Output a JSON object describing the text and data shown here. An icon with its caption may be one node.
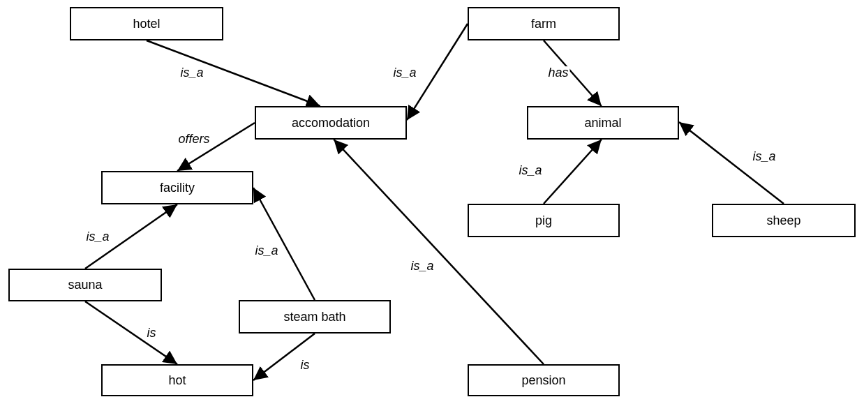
{
  "diagram": {
    "nodes": [
      {
        "text": [
          "hotel"
        ]
      },
      {
        "text": [
          "farm"
        ]
      },
      {
        "text": [
          "accomodation"
        ]
      },
      {
        "text": [
          "animal"
        ]
      },
      {
        "text": [
          "facility"
        ]
      },
      {
        "text": [
          "pig"
        ]
      },
      {
        "text": [
          "sheep"
        ]
      },
      {
        "text": [
          "sauna"
        ]
      },
      {
        "text": [
          "steam bath"
        ]
      },
      {
        "text": [
          "hot"
        ]
      },
      {
        "text": [
          "pension"
        ]
      }
    ],
    "edges": [
      {
        "from": 0,
        "to": 2,
        "arrow": "to",
        "label": "is_a"
      },
      {
        "from": 1,
        "to": 2,
        "arrow": "to",
        "label": "is_a"
      },
      {
        "from": 1,
        "to": 3,
        "arrow": "to",
        "label": "has"
      },
      {
        "from": 2,
        "to": 4,
        "arrow": "to",
        "label": "offers"
      },
      {
        "from": 5,
        "to": 3,
        "arrow": "to",
        "label": "is_a"
      },
      {
        "from": 6,
        "to": 3,
        "arrow": "to",
        "label": "is_a"
      },
      {
        "from": 7,
        "to": 4,
        "arrow": "to",
        "label": "is_a"
      },
      {
        "from": 8,
        "to": 4,
        "arrow": "to",
        "label": "is_a"
      },
      {
        "from": 10,
        "to": 2,
        "arrow": "to",
        "label": "is_a"
      },
      {
        "from": 7,
        "to": 9,
        "arrow": "to",
        "label": "is"
      },
      {
        "from": 8,
        "to": 9,
        "arrow": "to",
        "label": "is"
      }
    ]
  }
}
